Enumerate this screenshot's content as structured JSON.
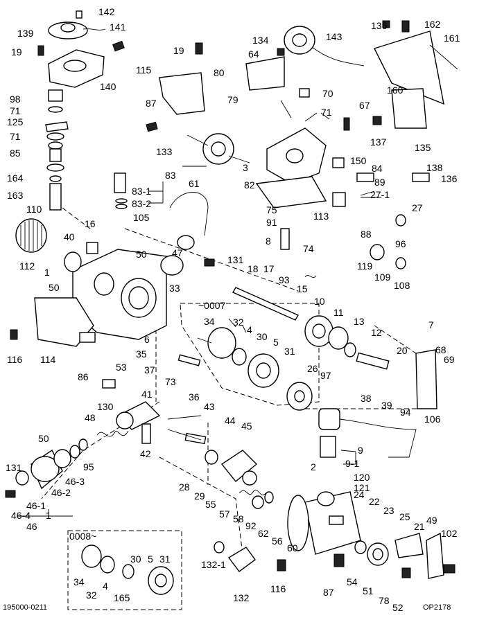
{
  "footer": {
    "left_code": "195000-0211",
    "right_code": "OP2178"
  },
  "insets": {
    "upper_range": "~0007",
    "lower_range": "0008~"
  },
  "callouts": [
    {
      "id": "c142",
      "text": "142"
    },
    {
      "id": "c139",
      "text": "139"
    },
    {
      "id": "c141",
      "text": "141"
    },
    {
      "id": "c19a",
      "text": "19"
    },
    {
      "id": "c140",
      "text": "140"
    },
    {
      "id": "c98",
      "text": "98"
    },
    {
      "id": "c71a",
      "text": "71"
    },
    {
      "id": "c125",
      "text": "125"
    },
    {
      "id": "c71b",
      "text": "71"
    },
    {
      "id": "c85",
      "text": "85"
    },
    {
      "id": "c164",
      "text": "164"
    },
    {
      "id": "c163",
      "text": "163"
    },
    {
      "id": "c110",
      "text": "110"
    },
    {
      "id": "c16",
      "text": "16"
    },
    {
      "id": "c40",
      "text": "40"
    },
    {
      "id": "c112",
      "text": "112"
    },
    {
      "id": "c1a",
      "text": "1"
    },
    {
      "id": "c50a",
      "text": "50"
    },
    {
      "id": "c116a",
      "text": "116"
    },
    {
      "id": "c114",
      "text": "114"
    },
    {
      "id": "c83",
      "text": "83"
    },
    {
      "id": "c83-1",
      "text": "83-1"
    },
    {
      "id": "c83-2",
      "text": "83-2"
    },
    {
      "id": "c105",
      "text": "105"
    },
    {
      "id": "c61",
      "text": "61"
    },
    {
      "id": "c50b",
      "text": "50"
    },
    {
      "id": "c47",
      "text": "47"
    },
    {
      "id": "c33",
      "text": "33"
    },
    {
      "id": "c6",
      "text": "6"
    },
    {
      "id": "c35",
      "text": "35"
    },
    {
      "id": "c37",
      "text": "37"
    },
    {
      "id": "c73",
      "text": "73"
    },
    {
      "id": "c53",
      "text": "53"
    },
    {
      "id": "c86",
      "text": "86"
    },
    {
      "id": "c130",
      "text": "130"
    },
    {
      "id": "c48",
      "text": "48"
    },
    {
      "id": "c41",
      "text": "41"
    },
    {
      "id": "c42",
      "text": "42"
    },
    {
      "id": "c50c",
      "text": "50"
    },
    {
      "id": "c95",
      "text": "95"
    },
    {
      "id": "c46-3",
      "text": "46-3"
    },
    {
      "id": "c46-2",
      "text": "46-2"
    },
    {
      "id": "c46-1",
      "text": "46-1"
    },
    {
      "id": "c131a",
      "text": "131"
    },
    {
      "id": "c46-4",
      "text": "46-4"
    },
    {
      "id": "c1b",
      "text": "1"
    },
    {
      "id": "c46",
      "text": "46"
    },
    {
      "id": "c19b",
      "text": "19"
    },
    {
      "id": "c115",
      "text": "115"
    },
    {
      "id": "c87a",
      "text": "87"
    },
    {
      "id": "c133",
      "text": "133"
    },
    {
      "id": "c134",
      "text": "134"
    },
    {
      "id": "c143",
      "text": "143"
    },
    {
      "id": "c64",
      "text": "64"
    },
    {
      "id": "c80",
      "text": "80"
    },
    {
      "id": "c79",
      "text": "79"
    },
    {
      "id": "c70",
      "text": "70"
    },
    {
      "id": "c71c",
      "text": "71"
    },
    {
      "id": "c67",
      "text": "67"
    },
    {
      "id": "c3",
      "text": "3"
    },
    {
      "id": "c150",
      "text": "150"
    },
    {
      "id": "c84",
      "text": "84"
    },
    {
      "id": "c82",
      "text": "82"
    },
    {
      "id": "c89",
      "text": "89"
    },
    {
      "id": "c27-1",
      "text": "27-1"
    },
    {
      "id": "c27",
      "text": "27"
    },
    {
      "id": "c75",
      "text": "75"
    },
    {
      "id": "c113",
      "text": "113"
    },
    {
      "id": "c91",
      "text": "91"
    },
    {
      "id": "c8",
      "text": "8"
    },
    {
      "id": "c88",
      "text": "88"
    },
    {
      "id": "c96",
      "text": "96"
    },
    {
      "id": "c74",
      "text": "74"
    },
    {
      "id": "c131b",
      "text": "131"
    },
    {
      "id": "c119",
      "text": "119"
    },
    {
      "id": "c109",
      "text": "109"
    },
    {
      "id": "c108",
      "text": "108"
    },
    {
      "id": "c18",
      "text": "18"
    },
    {
      "id": "c17",
      "text": "17"
    },
    {
      "id": "c93",
      "text": "93"
    },
    {
      "id": "c15",
      "text": "15"
    },
    {
      "id": "c136a",
      "text": "136"
    },
    {
      "id": "c162",
      "text": "162"
    },
    {
      "id": "c161",
      "text": "161"
    },
    {
      "id": "c160",
      "text": "160"
    },
    {
      "id": "c137",
      "text": "137"
    },
    {
      "id": "c135",
      "text": "135"
    },
    {
      "id": "c138",
      "text": "138"
    },
    {
      "id": "c136b",
      "text": "136"
    },
    {
      "id": "c34a",
      "text": "34"
    },
    {
      "id": "c32a",
      "text": "32"
    },
    {
      "id": "c4a",
      "text": "4"
    },
    {
      "id": "c30a",
      "text": "30"
    },
    {
      "id": "c5a",
      "text": "5"
    },
    {
      "id": "c31a",
      "text": "31"
    },
    {
      "id": "c10",
      "text": "10"
    },
    {
      "id": "c11",
      "text": "11"
    },
    {
      "id": "c13",
      "text": "13"
    },
    {
      "id": "c12",
      "text": "12"
    },
    {
      "id": "c7",
      "text": "7"
    },
    {
      "id": "c68",
      "text": "68"
    },
    {
      "id": "c69",
      "text": "69"
    },
    {
      "id": "c20",
      "text": "20"
    },
    {
      "id": "c26",
      "text": "26"
    },
    {
      "id": "c97",
      "text": "97"
    },
    {
      "id": "c38",
      "text": "38"
    },
    {
      "id": "c39",
      "text": "39"
    },
    {
      "id": "c94",
      "text": "94"
    },
    {
      "id": "c36",
      "text": "36"
    },
    {
      "id": "c43",
      "text": "43"
    },
    {
      "id": "c44",
      "text": "44"
    },
    {
      "id": "c45",
      "text": "45"
    },
    {
      "id": "c106",
      "text": "106"
    },
    {
      "id": "c9",
      "text": "9"
    },
    {
      "id": "c9-1",
      "text": "9-1"
    },
    {
      "id": "c2",
      "text": "2"
    },
    {
      "id": "c120",
      "text": "120"
    },
    {
      "id": "c121",
      "text": "121"
    },
    {
      "id": "c28",
      "text": "28"
    },
    {
      "id": "c29",
      "text": "29"
    },
    {
      "id": "c55",
      "text": "55"
    },
    {
      "id": "c57",
      "text": "57"
    },
    {
      "id": "c58",
      "text": "58"
    },
    {
      "id": "c92",
      "text": "92"
    },
    {
      "id": "c62",
      "text": "62"
    },
    {
      "id": "c56",
      "text": "56"
    },
    {
      "id": "c60",
      "text": "60"
    },
    {
      "id": "c24",
      "text": "24"
    },
    {
      "id": "c22",
      "text": "22"
    },
    {
      "id": "c23",
      "text": "23"
    },
    {
      "id": "c25",
      "text": "25"
    },
    {
      "id": "c21",
      "text": "21"
    },
    {
      "id": "c49",
      "text": "49"
    },
    {
      "id": "c102",
      "text": "102"
    },
    {
      "id": "c132-1",
      "text": "132-1"
    },
    {
      "id": "c132",
      "text": "132"
    },
    {
      "id": "c116b",
      "text": "116"
    },
    {
      "id": "c87b",
      "text": "87"
    },
    {
      "id": "c54",
      "text": "54"
    },
    {
      "id": "c51",
      "text": "51"
    },
    {
      "id": "c78",
      "text": "78"
    },
    {
      "id": "c52",
      "text": "52"
    },
    {
      "id": "c34b",
      "text": "34"
    },
    {
      "id": "c32b",
      "text": "32"
    },
    {
      "id": "c4b",
      "text": "4"
    },
    {
      "id": "c165",
      "text": "165"
    },
    {
      "id": "c30b",
      "text": "30"
    },
    {
      "id": "c5b",
      "text": "5"
    },
    {
      "id": "c31b",
      "text": "31"
    }
  ]
}
